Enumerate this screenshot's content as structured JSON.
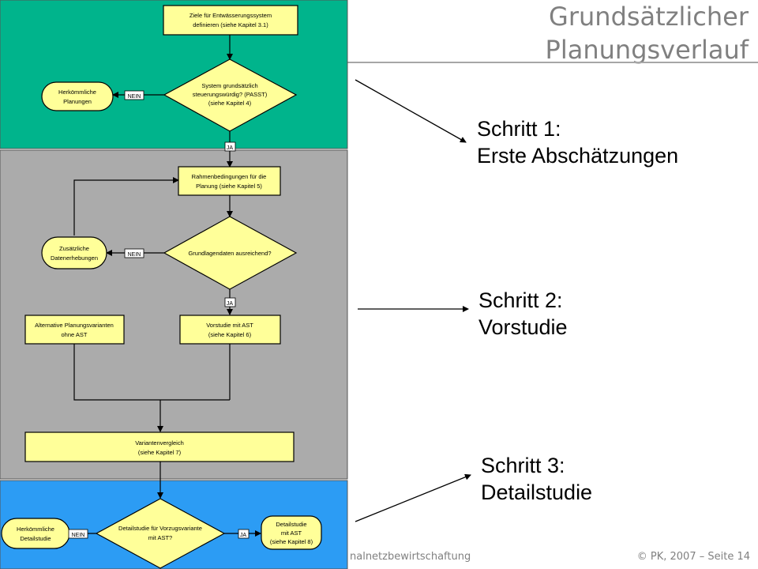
{
  "slide": {
    "title_line1": "Grundsätzlicher",
    "title_line2": "Planungsverlauf"
  },
  "steps": [
    {
      "line1": "Schritt 1:",
      "line2": "Erste Abschätzungen"
    },
    {
      "line1": "Schritt 2:",
      "line2": "Vorstudie"
    },
    {
      "line1": "Schritt 3:",
      "line2": "Detailstudie"
    }
  ],
  "footer": {
    "left": "nalnetzbewirtschaftung",
    "right": "© PK, 2007 – Seite 14"
  },
  "colors": {
    "phase1": "#00b48c",
    "phase2": "#ababab",
    "phase3": "#2c9cf4",
    "box_fill": "#ffff99"
  },
  "flowchart": {
    "nodes": {
      "ziele": [
        "Ziele für Entwässerungssystem",
        "definieren (siehe Kapitel 3.1)"
      ],
      "system": [
        "System grundsätzlich",
        "steuerungswürdig? (PASST)",
        "(siehe Kapitel 4)"
      ],
      "herkoemmlich_planungen": [
        "Herkömmliche",
        "Planungen"
      ],
      "rahmen": [
        "Rahmenbedingungen für die",
        "Planung (siehe Kapitel 5)"
      ],
      "grundlagen": [
        "Grundlagendaten ausreichend?"
      ],
      "zusaetzlich": [
        "Zusätzliche",
        "Datenerhebungen"
      ],
      "alternative": [
        "Alternative Planungsvarianten",
        "ohne AST"
      ],
      "vorstudie": [
        "Vorstudie mit AST",
        "(siehe Kapitel 6)"
      ],
      "variantenvergleich": [
        "Variantenvergleich",
        "(siehe Kapitel 7)"
      ],
      "detailstudie_frage": [
        "Detailstudie für Vorzugsvariante",
        "mit AST?"
      ],
      "herkoemmlich_detail": [
        "Herkömmliche",
        "Detailstudie"
      ],
      "detailstudie_ast": [
        "Detailstudie",
        "mit AST",
        "(siehe Kapitel 8)"
      ]
    },
    "labels": {
      "nein1": "NEIN",
      "ja1": "JA",
      "nein2": "NEIN",
      "ja2": "JA",
      "nein3": "NEIN",
      "ja3": "JA"
    }
  }
}
